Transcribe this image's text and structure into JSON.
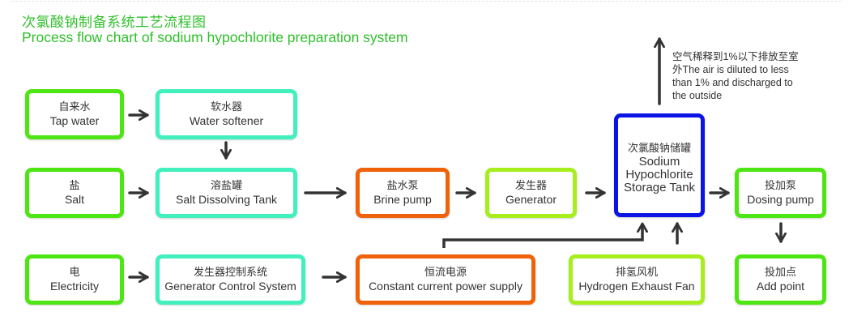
{
  "header": {
    "title_cn": "次氯酸钠制备系统工艺流程图",
    "title_en": "Process flow chart of sodium hypochlorite preparation system"
  },
  "colors": {
    "title": "#2fbf2a",
    "source": "#4ee612",
    "treatment": "#41f0bd",
    "pump_power": "#f0620a",
    "generator": "#a6ee1c",
    "storage": "#0a14e6",
    "arrow": "#333333"
  },
  "nodes": {
    "tap_water": {
      "cn": "自来水",
      "en": "Tap water"
    },
    "water_softener": {
      "cn": "软水器",
      "en": "Water softener"
    },
    "salt": {
      "cn": "盐",
      "en": "Salt"
    },
    "salt_dissolving_tank": {
      "cn": "溶盐罐",
      "en": "Salt Dissolving Tank"
    },
    "brine_pump": {
      "cn": "盐水泵",
      "en": "Brine pump"
    },
    "generator": {
      "cn": "发生器",
      "en": "Generator"
    },
    "storage_tank": {
      "cn": "次氯酸钠储罐",
      "en_line1": "Sodium",
      "en_line2": "Hypochlorite",
      "en_line3": "Storage Tank"
    },
    "dosing_pump": {
      "cn": "投加泵",
      "en": "Dosing pump"
    },
    "add_point": {
      "cn": "投加点",
      "en": "Add point"
    },
    "electricity": {
      "cn": "电",
      "en": "Electricity"
    },
    "generator_control": {
      "cn": "发生器控制系统",
      "en": "Generator Control System"
    },
    "power_supply": {
      "cn": "恒流电源",
      "en": "Constant current power supply"
    },
    "exhaust_fan": {
      "cn": "排氢风机",
      "en": "Hydrogen Exhaust Fan"
    }
  },
  "exhaust_note": {
    "line1": "空气稀释到1%以下排放至室",
    "line2": "外The air is diluted to less",
    "line3": "than 1% and discharged to",
    "line4": "the outside"
  }
}
